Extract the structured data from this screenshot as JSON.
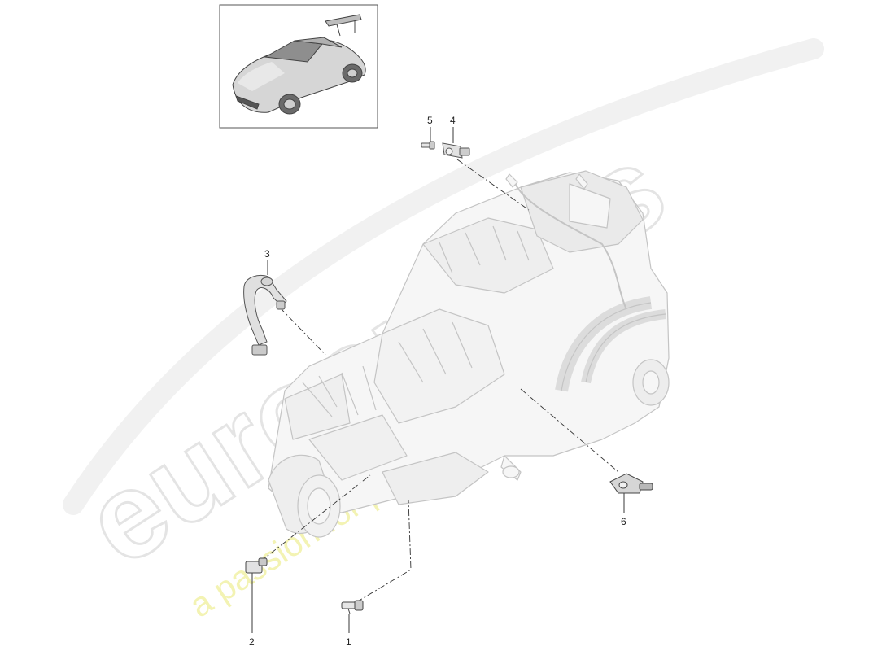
{
  "diagram": {
    "callouts": [
      {
        "id": "1",
        "label": "1"
      },
      {
        "id": "2",
        "label": "2"
      },
      {
        "id": "3",
        "label": "3"
      },
      {
        "id": "4",
        "label": "4"
      },
      {
        "id": "5",
        "label": "5"
      },
      {
        "id": "6",
        "label": "6"
      }
    ]
  },
  "watermark": {
    "brand": "eurospares",
    "tagline": "a passion for parts since 1985"
  },
  "colors": {
    "line": "#222222",
    "part_outline": "#555555",
    "ghost_outline": "#c4c4c4",
    "watermark_outline": "#e4e4e4",
    "watermark_tagline": "#efef9a"
  }
}
